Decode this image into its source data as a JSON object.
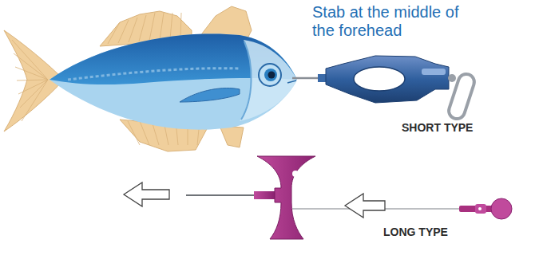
{
  "diagram": {
    "labels": [
      "Stab at the middle of the forehead",
      "SHORT TYPE",
      "LONG TYPE"
    ]
  }
}
